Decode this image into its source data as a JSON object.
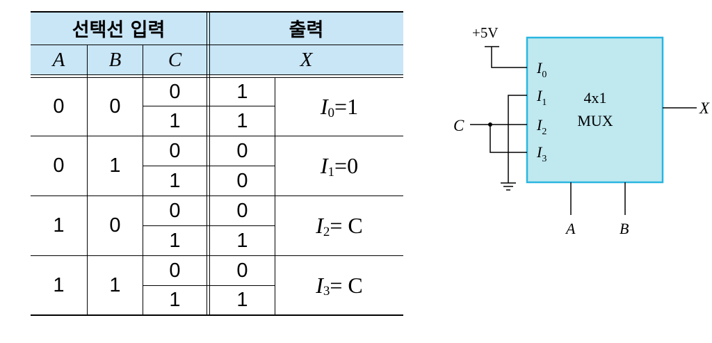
{
  "table": {
    "header": {
      "select_inputs": "선택선 입력",
      "output": "출력",
      "col_a": "A",
      "col_b": "B",
      "col_c": "C",
      "col_x": "X"
    },
    "groups": [
      {
        "a": "0",
        "b": "0",
        "rows": [
          {
            "c": "0",
            "x": "1"
          },
          {
            "c": "1",
            "x": "1"
          }
        ],
        "input_sym": "I",
        "input_sub": "0",
        "input_value": "=1"
      },
      {
        "a": "0",
        "b": "1",
        "rows": [
          {
            "c": "0",
            "x": "0"
          },
          {
            "c": "1",
            "x": "0"
          }
        ],
        "input_sym": "I",
        "input_sub": "1",
        "input_value": "=0"
      },
      {
        "a": "1",
        "b": "0",
        "rows": [
          {
            "c": "0",
            "x": "0"
          },
          {
            "c": "1",
            "x": "1"
          }
        ],
        "input_sym": "I",
        "input_sub": "2",
        "input_value": "= C"
      },
      {
        "a": "1",
        "b": "1",
        "rows": [
          {
            "c": "0",
            "x": "0"
          },
          {
            "c": "1",
            "x": "1"
          }
        ],
        "input_sym": "I",
        "input_sub": "3",
        "input_value": "= C"
      }
    ]
  },
  "circuit": {
    "supply": "+5V",
    "block_label_1": "4x1",
    "block_label_2": "MUX",
    "block_color": "#bfe8ef",
    "block_border": "#29b6e0",
    "inputs": [
      {
        "sym": "I",
        "sub": "0"
      },
      {
        "sym": "I",
        "sub": "1"
      },
      {
        "sym": "I",
        "sub": "2"
      },
      {
        "sym": "I",
        "sub": "3"
      }
    ],
    "signal_c": "C",
    "output": "X",
    "select_a": "A",
    "select_b": "B"
  },
  "colors": {
    "header_bg": "#c9e6f7",
    "line": "#000000"
  }
}
